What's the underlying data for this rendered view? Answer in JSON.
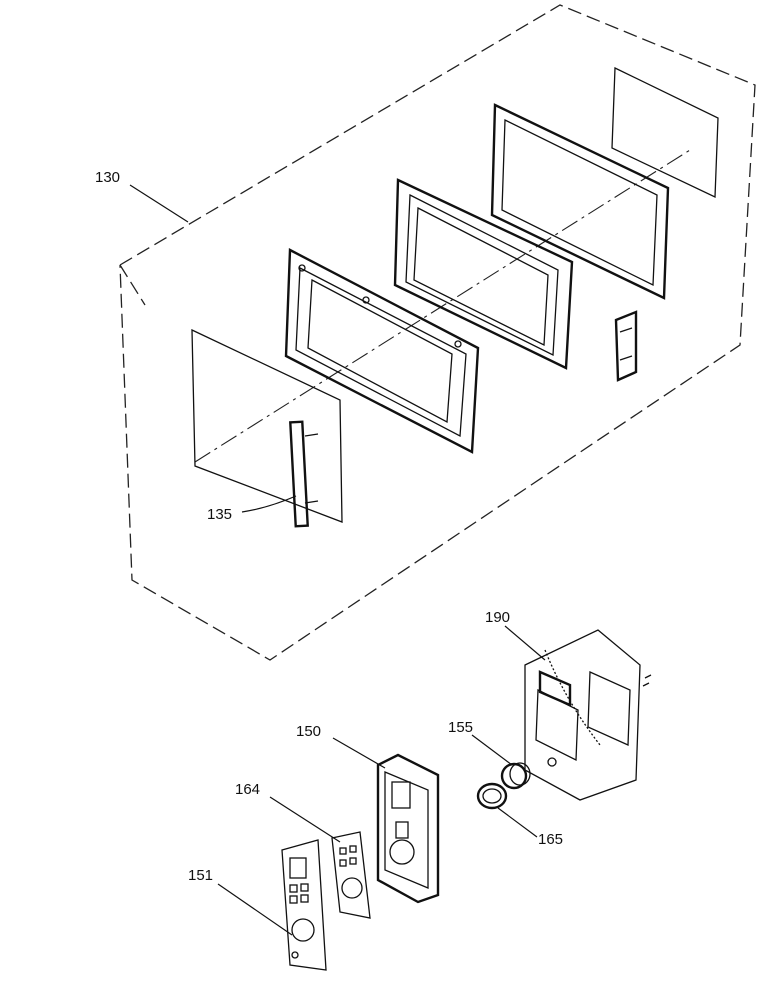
{
  "labels": {
    "door_assembly": "130",
    "handle": "135",
    "control_panel_frame": "150",
    "control_panel_overlay": "151",
    "knob": "155",
    "membrane_keypad": "164",
    "knob_ring": "165",
    "control_pcb_assembly": "190"
  }
}
